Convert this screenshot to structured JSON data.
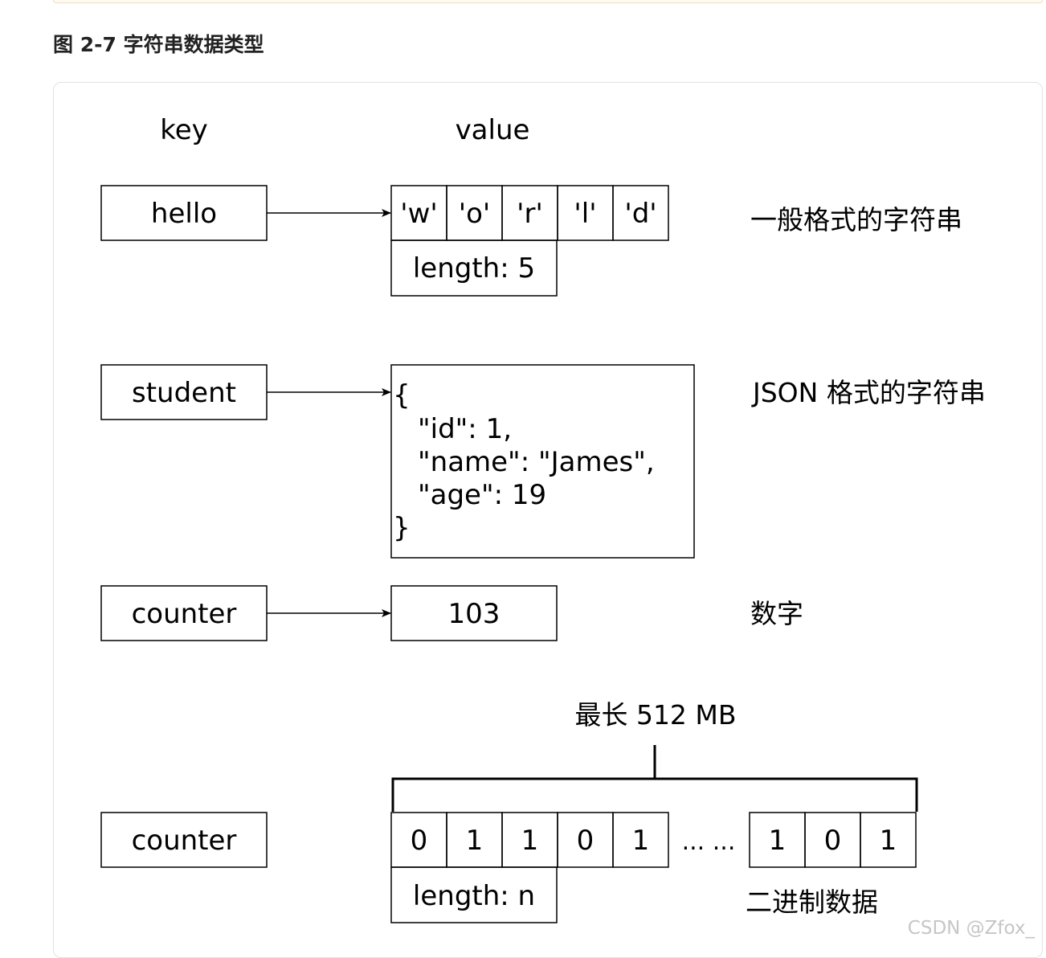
{
  "caption": "图 2-7 字符串数据类型",
  "headers": {
    "key": "key",
    "value": "value"
  },
  "rows": {
    "general": {
      "key": "hello",
      "chars": [
        "'w'",
        "'o'",
        "'r'",
        "'l'",
        "'d'"
      ],
      "length_label": "length: 5",
      "description": "一般格式的字符串"
    },
    "json": {
      "key": "student",
      "json_lines": [
        "{",
        "\"id\": 1,",
        "\"name\": \"James\",",
        "\"age\": 19",
        "}"
      ],
      "description": "JSON 格式的字符串"
    },
    "number": {
      "key": "counter",
      "value": "103",
      "description": "数字"
    },
    "binary": {
      "key": "counter",
      "bits_left": [
        "0",
        "1",
        "1",
        "0",
        "1"
      ],
      "ellipsis": "... ...",
      "bits_right": [
        "1",
        "0",
        "1"
      ],
      "length_label": "length: n",
      "max_label": "最长 512 MB",
      "description": "二进制数据"
    }
  },
  "watermark": "CSDN @Zfox_"
}
